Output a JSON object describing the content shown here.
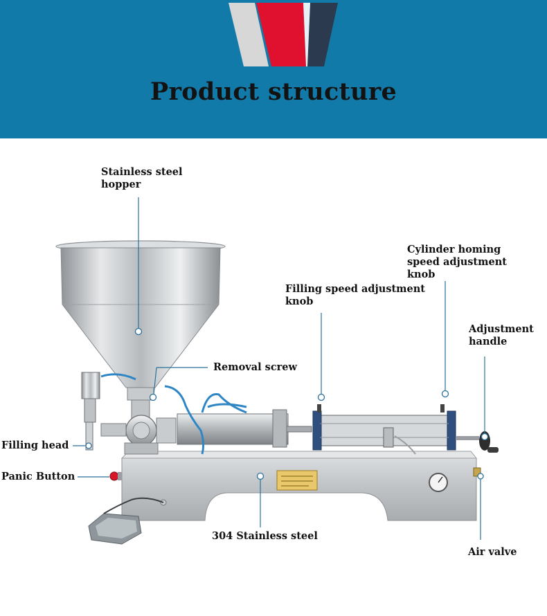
{
  "header": {
    "title": "Product structure",
    "background_color": "#127aa9",
    "logo_colors": [
      "#d7d7d7",
      "#e0102f",
      "#2c3a4f"
    ]
  },
  "labels": {
    "hopper": [
      "Stainless steel",
      "hopper"
    ],
    "cylinder_knob": [
      "Cylinder homing",
      "speed adjustment",
      "knob"
    ],
    "filling_knob": [
      "Filling speed adjustment",
      "knob"
    ],
    "adjustment_handle": [
      "Adjustment",
      "handle"
    ],
    "removal_screw": "Removal screw",
    "filling_head": "Filling head",
    "panic_button": "Panic Button",
    "stainless_304": "304 Stainless steel",
    "air_valve": "Air valve"
  },
  "accent_color": "#2a6f9a"
}
